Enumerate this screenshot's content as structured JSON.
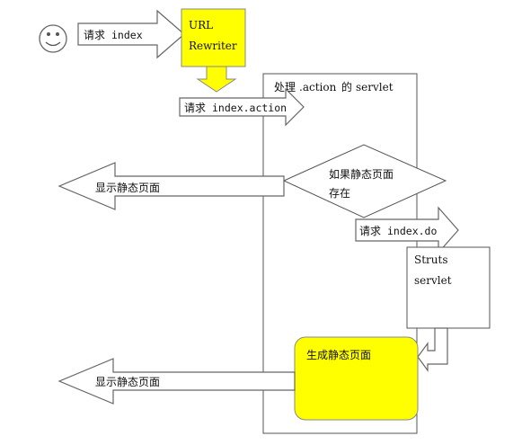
{
  "user": {
    "icon": "smiley-face-icon"
  },
  "arrows": {
    "request_index": {
      "prefix": "请求",
      "target": "index"
    },
    "request_index_action": {
      "prefix": "请求",
      "target": "index.action"
    },
    "show_static_page_1": "显示静态页面",
    "request_index_do": {
      "prefix": "请求",
      "target": "index.do"
    },
    "show_static_page_2": "显示静态页面"
  },
  "boxes": {
    "url_rewriter": {
      "line1": "URL",
      "line2": "Rewriter",
      "fill": "#ffff00"
    },
    "servlet_container": {
      "title_prefix": "处理",
      "title_code": ".action",
      "title_mid": "的",
      "title_end": "servlet"
    },
    "decision": {
      "line1": "如果静态页面",
      "line2": "存在"
    },
    "struts": {
      "line1": "Struts",
      "line2": "servlet"
    },
    "generate": {
      "label": "生成静态页面",
      "fill": "#ffff00"
    }
  },
  "colors": {
    "stroke": "#555555",
    "highlight": "#ffff00"
  }
}
